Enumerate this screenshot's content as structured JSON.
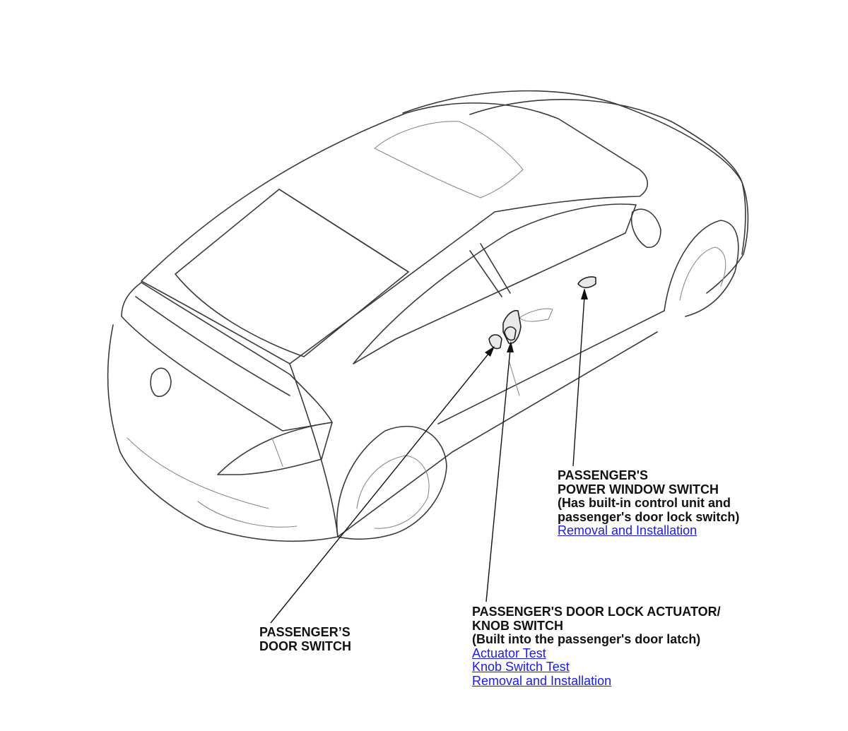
{
  "callouts": {
    "power_window": {
      "lines": [
        "PASSENGER'S",
        "POWER WINDOW SWITCH",
        "(Has built-in control unit and",
        "passenger's door lock switch)"
      ],
      "links": [
        "Removal and Installation"
      ]
    },
    "door_lock": {
      "lines": [
        "PASSENGER'S DOOR LOCK ACTUATOR/",
        "KNOB SWITCH",
        "(Built into the passenger's door latch)"
      ],
      "links": [
        "Actuator Test",
        "Knob Switch Test",
        "Removal and Installation"
      ]
    },
    "door_switch": {
      "lines": [
        "PASSENGER’S",
        "DOOR SWITCH"
      ]
    }
  },
  "colors": {
    "link": "#1a1aee",
    "text": "#111111",
    "line": "#3a3a3a"
  }
}
